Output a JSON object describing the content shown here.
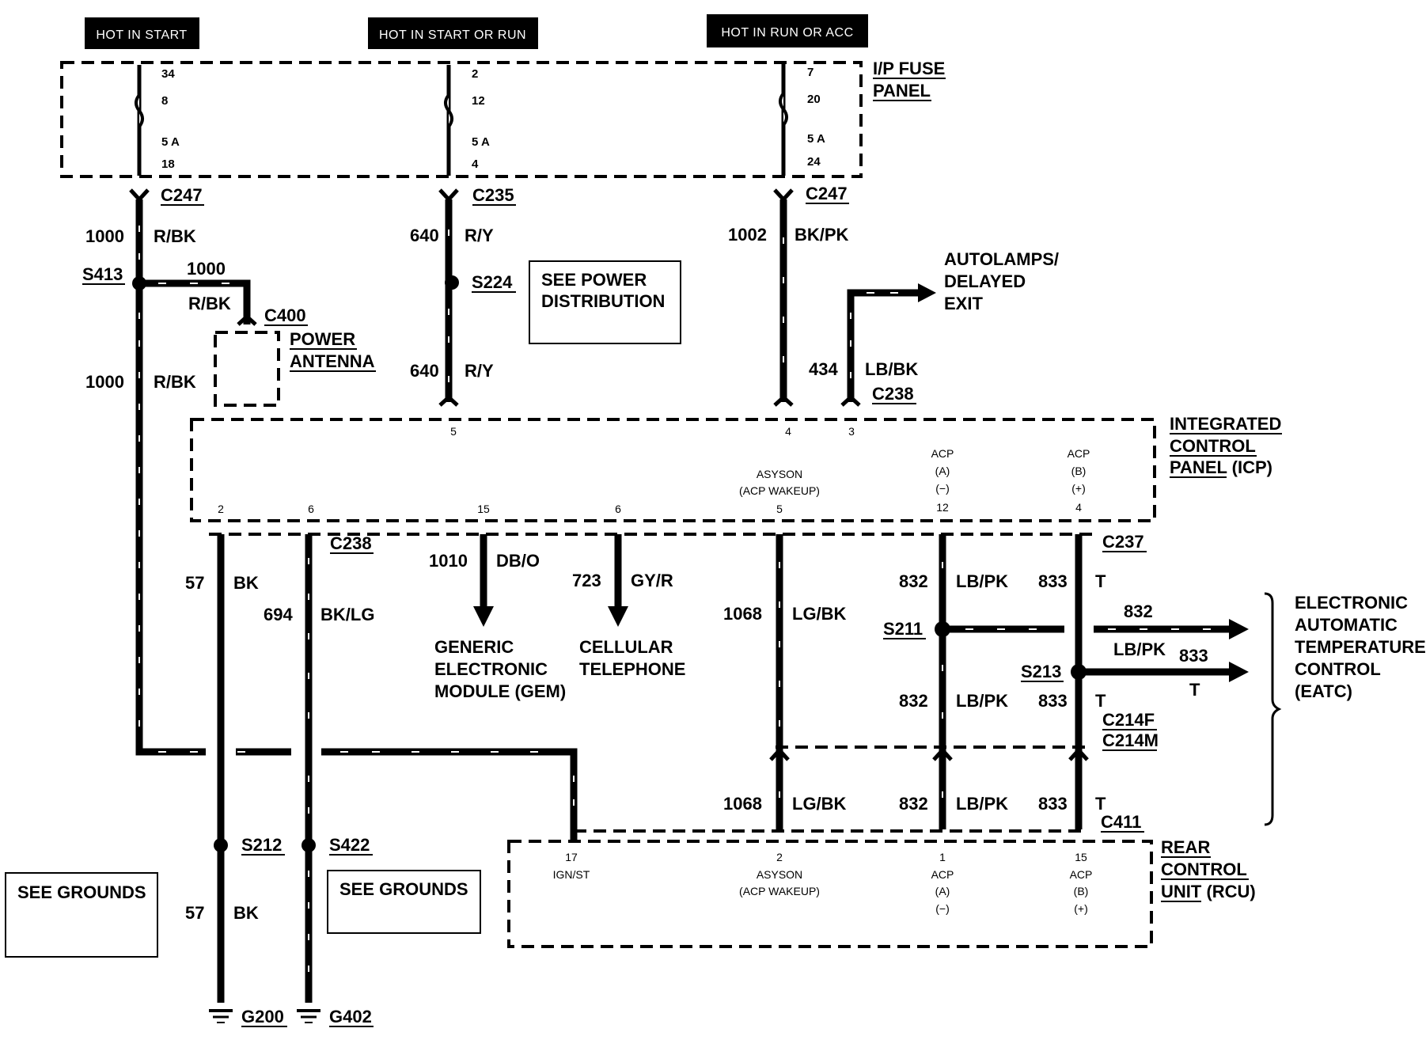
{
  "headers": {
    "start": "HOT IN START",
    "start_run": "HOT IN START OR RUN",
    "run_acc": "HOT IN RUN OR ACC"
  },
  "fuse_panel": {
    "name_line1": "I/P FUSE",
    "name_line2": "PANEL",
    "f1": {
      "top": "34",
      "pin": "8",
      "amp": "5 A",
      "bottom": "18"
    },
    "f2": {
      "top": "2",
      "pin": "12",
      "amp": "5 A",
      "bottom": "4"
    },
    "f3": {
      "top": "7",
      "pin": "20",
      "amp": "5 A",
      "bottom": "24"
    }
  },
  "connectors": {
    "c247a": "C247",
    "c235": "C235",
    "c247b": "C247",
    "c400": "C400",
    "c238a": "C238",
    "c238b": "C238",
    "c237": "C237",
    "c214f": "C214F",
    "c214m": "C214M",
    "c411": "C411"
  },
  "splices": {
    "s413": "S413",
    "s224": "S224",
    "s211": "S211",
    "s213": "S213",
    "s212": "S212",
    "s422": "S422"
  },
  "grounds": {
    "g200": "G200",
    "g402": "G402"
  },
  "wires": {
    "w1000_a": "1000",
    "rbk_a": "R/BK",
    "w1000_b": "1000",
    "rbk_b": "R/BK",
    "w1000_c": "1000",
    "rbk_c": "R/BK",
    "w640_a": "640",
    "ry_a": "R/Y",
    "w640_b": "640",
    "ry_b": "R/Y",
    "w1002": "1002",
    "bkpk": "BK/PK",
    "w434": "434",
    "lbbk": "LB/BK",
    "w57_a": "57",
    "bk_a": "BK",
    "w57_b": "57",
    "bk_b": "BK",
    "w694": "694",
    "bklg": "BK/LG",
    "w1010": "1010",
    "dbo": "DB/O",
    "w723": "723",
    "gyr": "GY/R",
    "w1068_a": "1068",
    "lgbk_a": "LG/BK",
    "w1068_b": "1068",
    "lgbk_b": "LG/BK",
    "w832_a": "832",
    "lbpk_a": "LB/PK",
    "w832_b": "832",
    "lbpk_b": "LB/PK",
    "w832_c": "832",
    "lbpk_c": "LB/PK",
    "w832_d": "832",
    "lbpk_d": "LB/PK",
    "w833_a": "833",
    "t_a": "T",
    "w833_b": "833",
    "t_b": "T",
    "w833_c": "833",
    "t_c": "T",
    "w833_d": "833",
    "t_d": "T"
  },
  "boxes": {
    "power_dist_1": "SEE POWER",
    "power_dist_2": "DISTRIBUTION",
    "grounds_a": "SEE GROUNDS",
    "grounds_b": "SEE GROUNDS"
  },
  "components": {
    "antenna_1": "POWER",
    "antenna_2": "ANTENNA",
    "autolamps_1": "AUTOLAMPS/",
    "autolamps_2": "DELAYED",
    "autolamps_3": "EXIT",
    "icp_1": "INTEGRATED",
    "icp_2": "CONTROL",
    "icp_3": "PANEL (ICP)",
    "gem_1": "GENERIC",
    "gem_2": "ELECTRONIC",
    "gem_3": "MODULE (GEM)",
    "cell_1": "CELLULAR",
    "cell_2": "TELEPHONE",
    "eatc_1": "ELECTRONIC",
    "eatc_2": "AUTOMATIC",
    "eatc_3": "TEMPERATURE",
    "eatc_4": "CONTROL",
    "eatc_5": "(EATC)",
    "rcu_1": "REAR",
    "rcu_2": "CONTROL",
    "rcu_3": "UNIT (RCU)"
  },
  "icp_pins": {
    "p5": "5",
    "p4": "4",
    "p3": "3",
    "b2": "2",
    "b6a": "6",
    "b15": "15",
    "b6b": "6",
    "b5": "5",
    "b12": "12",
    "b4": "4",
    "asyson": "ASYSON",
    "asyson_sub": "(ACP WAKEUP)",
    "acp_a": "ACP",
    "acp_a_1": "(A)",
    "acp_a_2": "(−)",
    "acp_b": "ACP",
    "acp_b_1": "(B)",
    "acp_b_2": "(+)"
  },
  "rcu_pins": {
    "p17": "17",
    "ignst": "IGN/ST",
    "p2": "2",
    "asyson": "ASYSON",
    "asyson_sub": "(ACP WAKEUP)",
    "p1": "1",
    "acp_a": "ACP",
    "acp_a_1": "(A)",
    "acp_a_2": "(−)",
    "p15": "15",
    "acp_b": "ACP",
    "acp_b_1": "(B)",
    "acp_b_2": "(+)"
  }
}
